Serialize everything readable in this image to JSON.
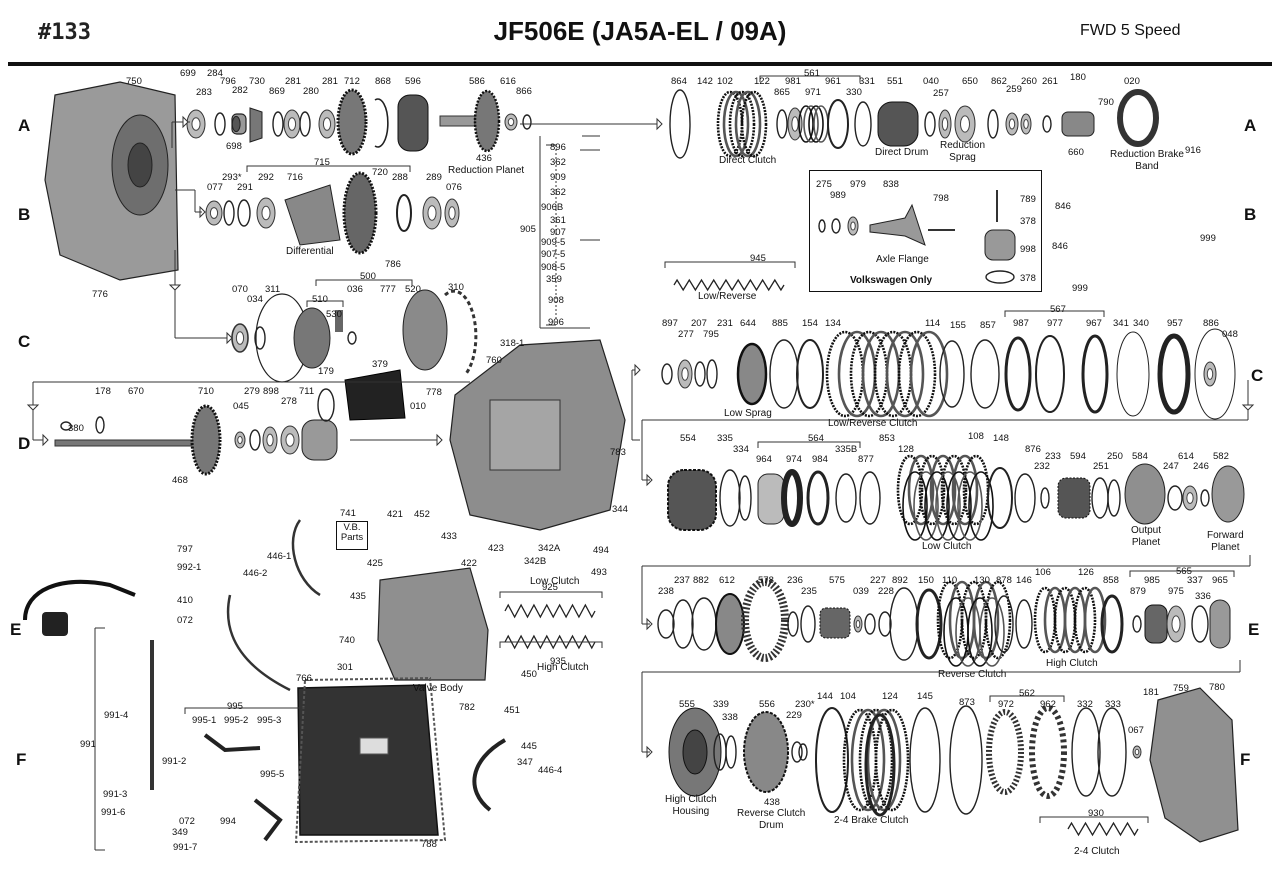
{
  "header": {
    "figure_no": "#133",
    "title": "JF506E (JA5A-EL / 09A)",
    "subtitle": "FWD 5 Speed"
  },
  "rows": [
    "A",
    "B",
    "C",
    "D",
    "E",
    "F"
  ],
  "part_numbers": [
    "750",
    "699",
    "284",
    "283",
    "796",
    "282",
    "730",
    "869",
    "281",
    "280",
    "281",
    "712",
    "868",
    "596",
    "586",
    "616",
    "866",
    "436",
    "698",
    "715",
    "293*",
    "292",
    "716",
    "720",
    "288",
    "289",
    "076",
    "077",
    "291",
    "786",
    "776",
    "500",
    "070",
    "034",
    "311",
    "510",
    "036",
    "530",
    "777",
    "520",
    "310",
    "318-1",
    "760",
    "379",
    "778",
    "010",
    "380",
    "178",
    "670",
    "710",
    "279",
    "898",
    "278",
    "711",
    "045",
    "179",
    "468",
    "896",
    "362",
    "909",
    "362",
    "906B",
    "361",
    "907",
    "909-5",
    "907-5",
    "908-5",
    "359",
    "908",
    "906",
    "905",
    "864",
    "142",
    "102",
    "122",
    "561",
    "981",
    "961",
    "331",
    "865",
    "971",
    "330",
    "551",
    "040",
    "257",
    "650",
    "862",
    "259",
    "260",
    "261",
    "180",
    "790",
    "020",
    "660",
    "916",
    "275",
    "989",
    "979",
    "838",
    "798",
    "789",
    "378",
    "998",
    "378",
    "846",
    "846",
    "999",
    "999",
    "945",
    "897",
    "277",
    "207",
    "795",
    "231",
    "644",
    "885",
    "154",
    "134",
    "114",
    "155",
    "857",
    "567",
    "987",
    "977",
    "967",
    "341",
    "340",
    "957",
    "886",
    "048",
    "554",
    "335",
    "334",
    "564",
    "964",
    "974",
    "984",
    "335B",
    "877",
    "853",
    "128",
    "108",
    "148",
    "876",
    "232",
    "233",
    "594",
    "251",
    "250",
    "584",
    "247",
    "614",
    "246",
    "582",
    "783",
    "344",
    "238",
    "237",
    "882",
    "612",
    "578",
    "236",
    "235",
    "575",
    "039",
    "227",
    "228",
    "892",
    "150",
    "110",
    "130",
    "878",
    "146",
    "106",
    "126",
    "858",
    "565",
    "879",
    "985",
    "975",
    "337",
    "336",
    "965",
    "555",
    "339",
    "338",
    "556",
    "230*",
    "229",
    "438",
    "144",
    "104",
    "124",
    "145",
    "873",
    "562",
    "972",
    "962",
    "332",
    "333",
    "067",
    "181",
    "759",
    "780",
    "930",
    "741",
    "421",
    "452",
    "433",
    "423",
    "446-1",
    "425",
    "422",
    "342A",
    "342B",
    "494",
    "493",
    "446-2",
    "435",
    "925",
    "740",
    "935",
    "450",
    "451",
    "766",
    "301",
    "782",
    "797",
    "992-1",
    "410",
    "072",
    "995",
    "995-1",
    "995-2",
    "995-3",
    "991-4",
    "991",
    "991-2",
    "995-5",
    "991-3",
    "991-6",
    "072",
    "349",
    "991-7",
    "994",
    "788",
    "445",
    "347",
    "446-4"
  ],
  "captions": [
    "Reduction Planet",
    "Differential",
    "Direct  Clutch",
    "Direct Drum",
    "Reduction Sprag",
    "Reduction Brake Band",
    "Axle Flange",
    "Volkswagen  Only",
    "Low/Reverse",
    "Low Sprag",
    "Low/Reverse Clutch",
    "Low Clutch",
    "Output Planet",
    "Forward Planet",
    "Reverse Clutch",
    "High Clutch",
    "High Clutch Housing",
    "Reverse Clutch Drum",
    "2-4 Brake Clutch",
    "2-4 Clutch",
    "V.B. Parts",
    "Low Clutch",
    "High Clutch",
    "Valve Body"
  ]
}
